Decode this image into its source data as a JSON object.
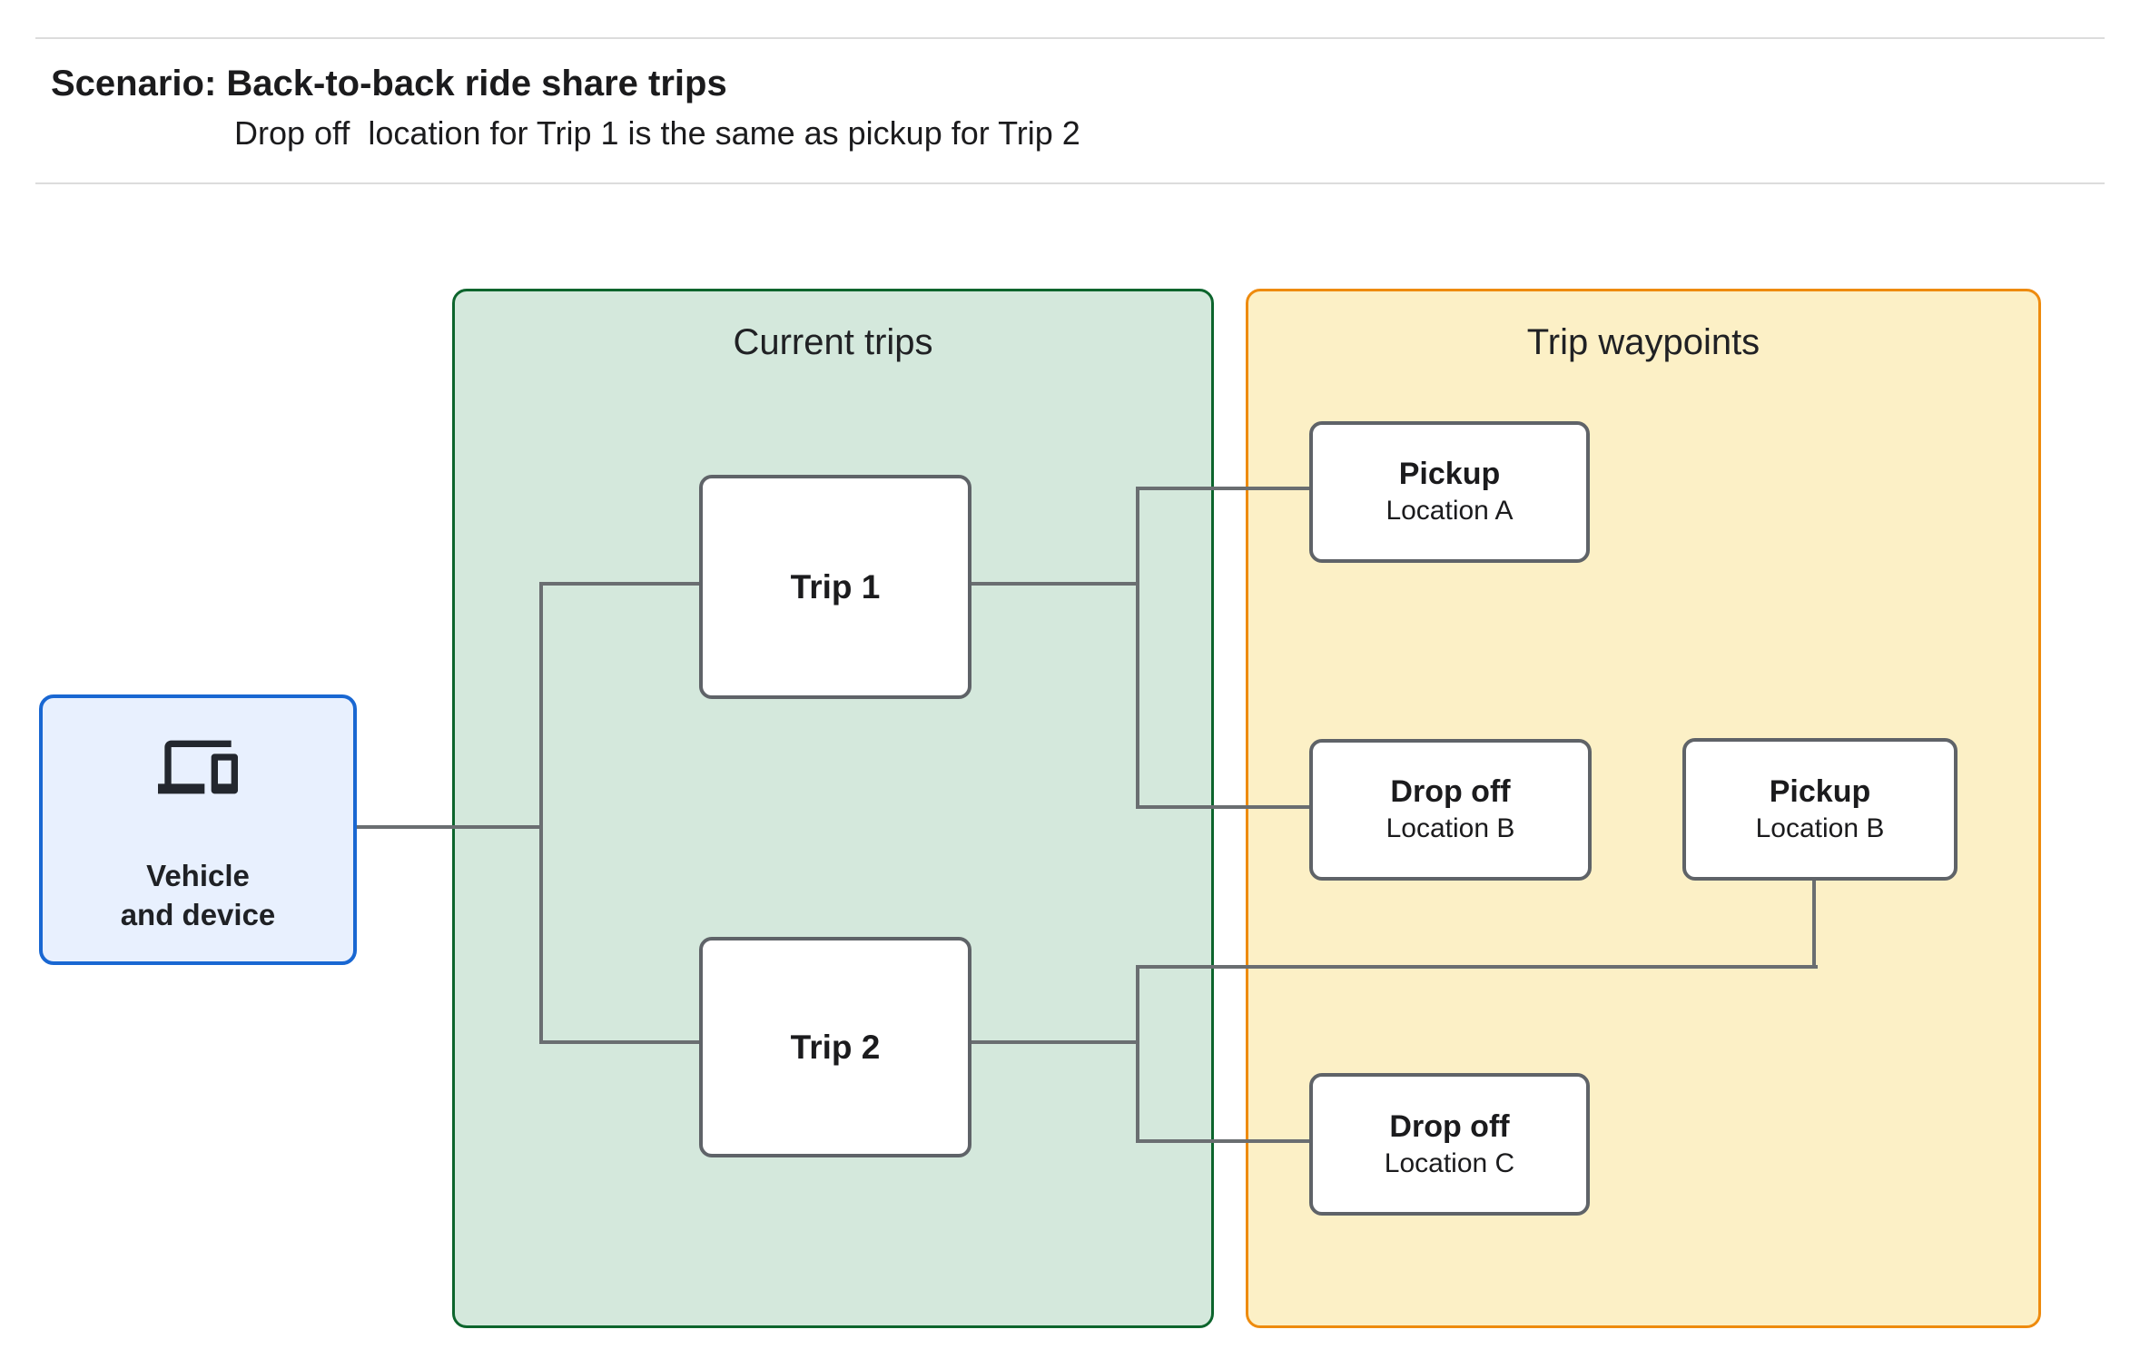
{
  "header": {
    "title": "Scenario: Back-to-back ride share trips",
    "subtitle": "Drop off  location for Trip 1 is the same as pickup for Trip 2"
  },
  "diagram": {
    "vehicle_node": {
      "icon": "devices-icon",
      "label_line1": "Vehicle",
      "label_line2": "and device"
    },
    "groups": {
      "current_trips": {
        "label": "Current trips",
        "fill": "#d4e8dc",
        "border": "#0d652d"
      },
      "trip_waypoints": {
        "label": "Trip waypoints",
        "fill": "#fcf0c6",
        "border": "#ee8b0e"
      }
    },
    "trips": [
      {
        "label": "Trip 1"
      },
      {
        "label": "Trip 2"
      }
    ],
    "waypoints": [
      {
        "title": "Pickup",
        "subtitle": "Location A"
      },
      {
        "title": "Drop off",
        "subtitle": "Location B"
      },
      {
        "title": "Pickup",
        "subtitle": "Location B"
      },
      {
        "title": "Drop off",
        "subtitle": "Location C"
      }
    ],
    "edges": [
      {
        "from": "vehicle-and-device",
        "to": "trip-1"
      },
      {
        "from": "vehicle-and-device",
        "to": "trip-2"
      },
      {
        "from": "trip-1",
        "to": "pickup-location-a"
      },
      {
        "from": "trip-1",
        "to": "drop-off-location-b"
      },
      {
        "from": "trip-2",
        "to": "pickup-location-b"
      },
      {
        "from": "trip-2",
        "to": "drop-off-location-c"
      }
    ],
    "colors": {
      "connector": "#6a6e71",
      "node_border": "#5f6368",
      "vehicle_fill": "#e8f0fe",
      "vehicle_border": "#1967d2",
      "text": "#202124"
    }
  }
}
